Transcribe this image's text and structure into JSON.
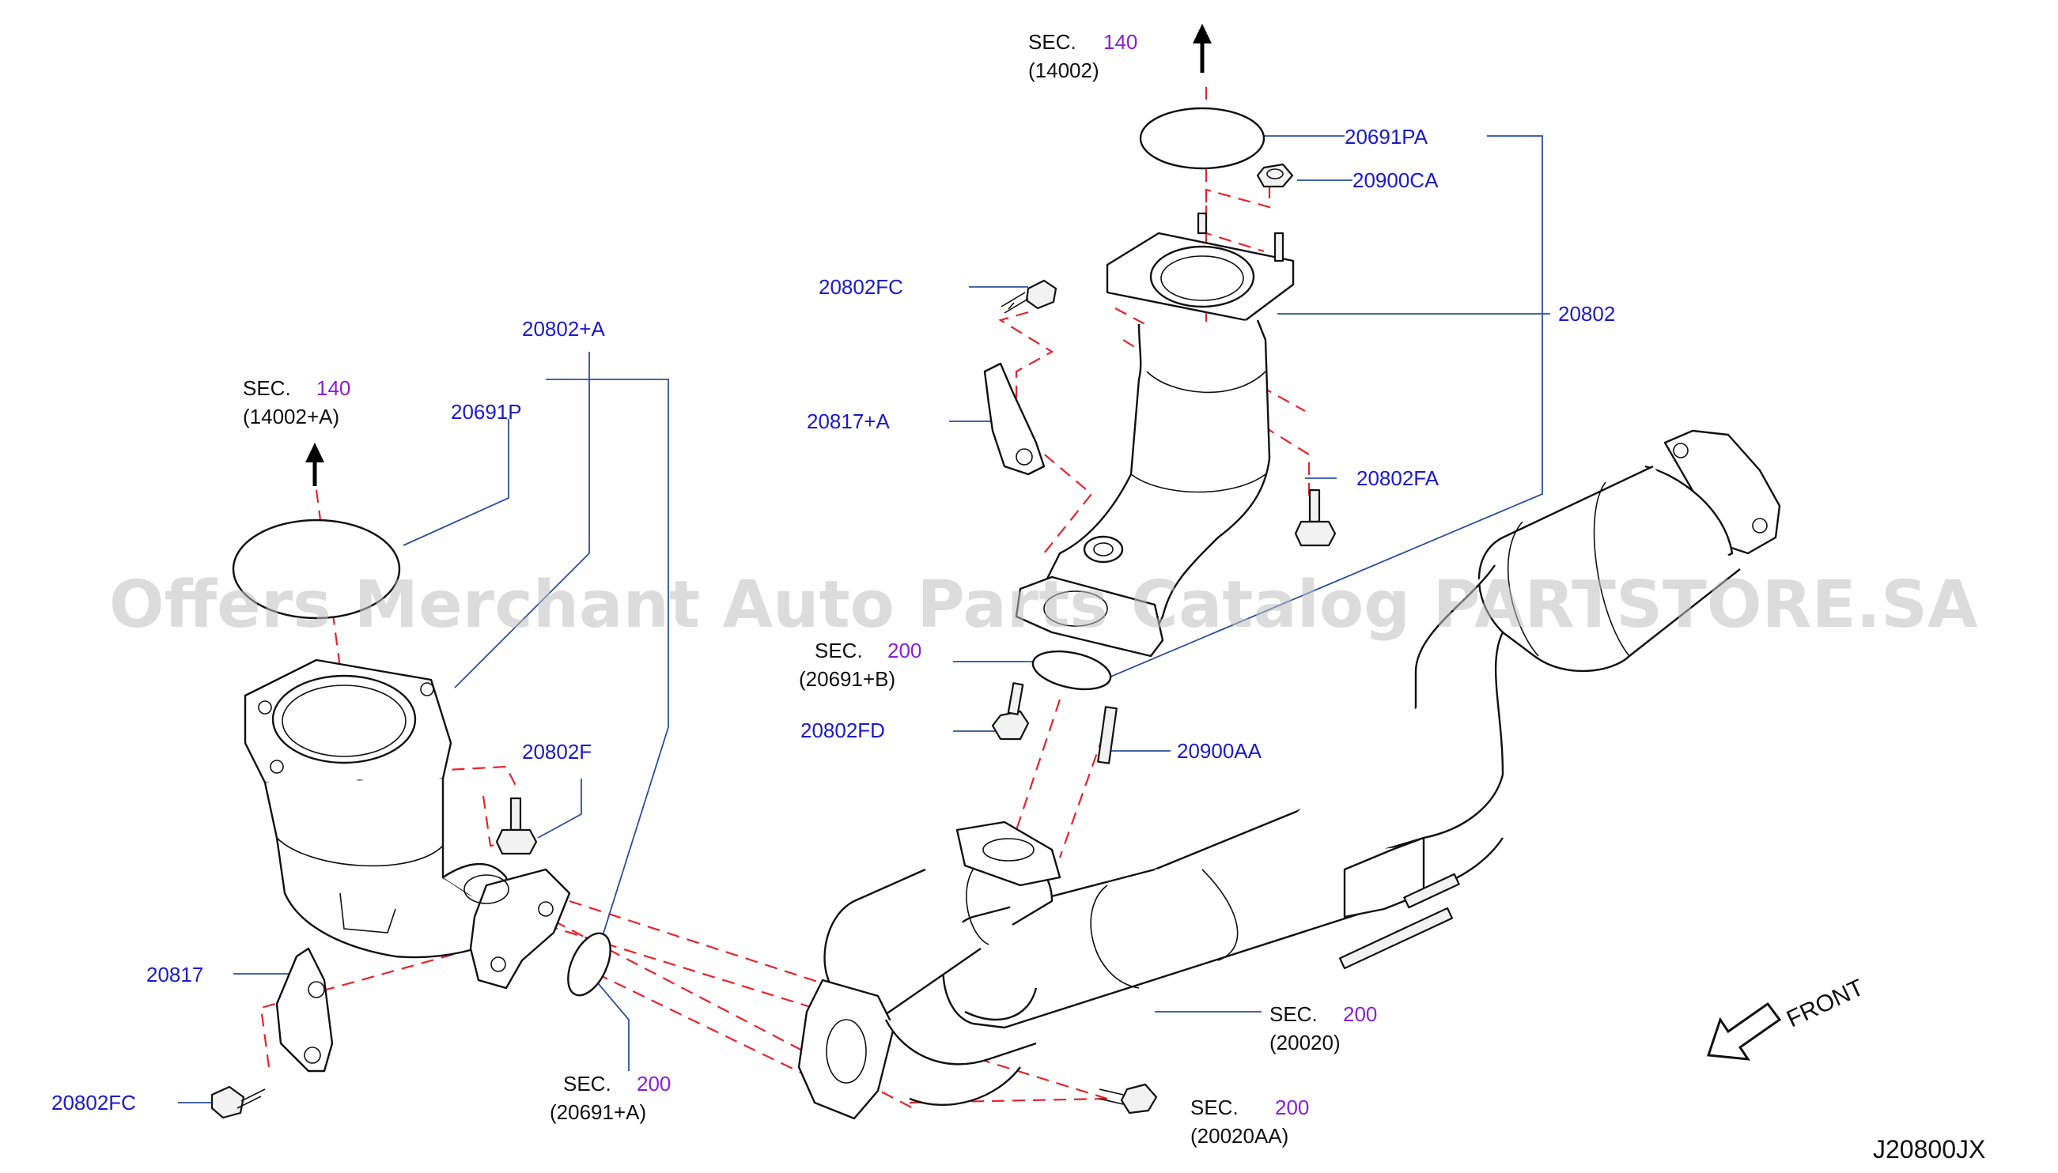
{
  "diagram_code": "J20800JX",
  "watermark": "Offers Merchant Auto Parts Catalog PARTSTORE.SA",
  "front_label": "FRONT",
  "parts": {
    "p20691pa": "20691PA",
    "p20900ca": "20900CA",
    "p20802fc_top": "20802FC",
    "p20802": "20802",
    "p20817a": "20817+A",
    "p20802fa": "20802FA",
    "p20802a": "20802+A",
    "p20691p": "20691P",
    "p20802fd": "20802FD",
    "p20900aa": "20900AA",
    "p20802f": "20802F",
    "p20817": "20817",
    "p20802fc_bottom": "20802FC"
  },
  "sections": {
    "sec_top": {
      "word": "SEC.",
      "num": "140",
      "ref": "(14002)"
    },
    "sec_left": {
      "word": "SEC.",
      "num": "140",
      "ref": "(14002+A)"
    },
    "sec_mid": {
      "word": "SEC.",
      "num": "200",
      "ref": "(20691+B)"
    },
    "sec_pipe": {
      "word": "SEC.",
      "num": "200",
      "ref": "(20020)"
    },
    "sec_bottom_left": {
      "word": "SEC.",
      "num": "200",
      "ref": "(20691+A)"
    },
    "sec_bottom_right": {
      "word": "SEC.",
      "num": "200",
      "ref": "(20020AA)"
    }
  }
}
